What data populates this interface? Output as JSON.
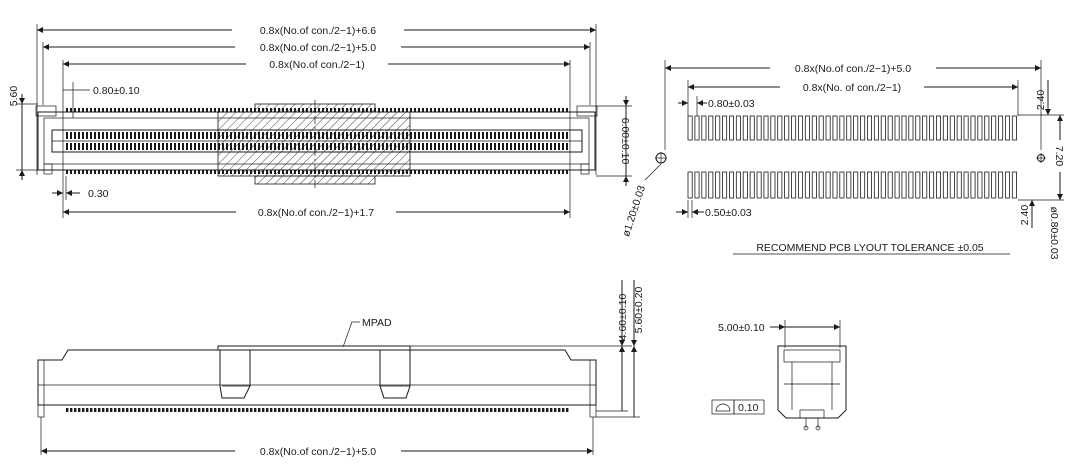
{
  "top_view": {
    "dim_overall": "0.8x(No.of con./2−1)+6.6",
    "dim_body": "0.8x(No.of con./2−1)+5.0",
    "dim_pitch_span": "0.8x(No.of con./2−1)",
    "dim_pitch": "0.80±0.10",
    "dim_height_left": "5.60",
    "dim_height_right": "6.00±0.10",
    "dim_offset": "0.30",
    "dim_bottom": "0.8x(No.of con./2−1)+1.7"
  },
  "pcb_layout": {
    "dim_total": "0.8x(No.of con./2−1)+5.0",
    "dim_pad_span": "0.8x(No. of con./2−1)",
    "dim_pitch": "0.80±0.03",
    "dim_pad_width": "0.50±0.03",
    "dim_hole_left": "ø1.20±0.03",
    "dim_hole_right": "ø0.80±0.03",
    "dim_top_gap": "2.40",
    "dim_row_span": "7.20",
    "dim_bottom_gap": "2.40",
    "note": "RECOMMEND PCB LYOUT TOLERANCE ±0.05"
  },
  "side_view": {
    "label_mpad": "MPAD",
    "dim_height_a": "4.60±0.10",
    "dim_height_b": "5.60±0.20",
    "dim_bottom": "0.8x(No.of con./2−1)+5.0"
  },
  "end_view": {
    "dim_width": "5.00±0.10",
    "flatness_value": "0.10"
  }
}
